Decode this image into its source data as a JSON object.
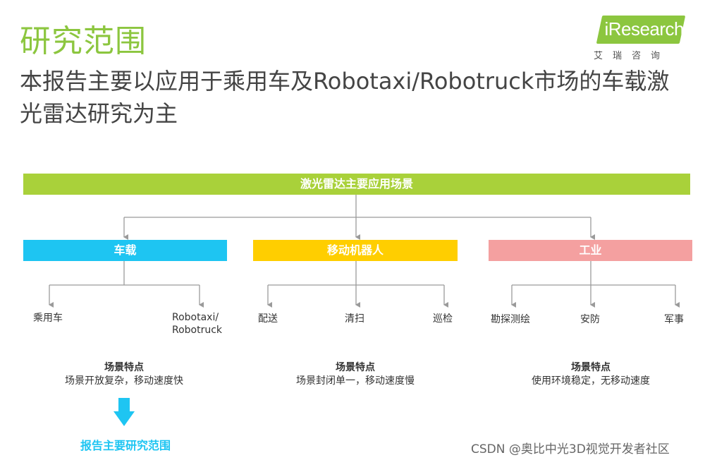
{
  "header": {
    "title": "研究范围",
    "subtitle": "本报告主要以应用于乘用车及Robotaxi/Robotruck市场的车载激光雷达研究为主"
  },
  "logo": {
    "text": "iResearch",
    "cn": "艾瑞咨询"
  },
  "diagram": {
    "root": "激光雷达主要应用场景",
    "categories": [
      {
        "label": "车载",
        "children": [
          "乘用车",
          "Robotaxi/\nRobotruck"
        ],
        "feature_title": "场景特点",
        "feature_text": "场景开放复杂，移动速度快"
      },
      {
        "label": "移动机器人",
        "children": [
          "配送",
          "清扫",
          "巡检"
        ],
        "feature_title": "场景特点",
        "feature_text": "场景封闭单一，移动速度慢"
      },
      {
        "label": "工业",
        "children": [
          "勘探测绘",
          "安防",
          "军事"
        ],
        "feature_title": "场景特点",
        "feature_text": "使用环境稳定，无移动速度"
      }
    ],
    "scope_label": "报告主要研究范围"
  },
  "watermark": "CSDN @奥比中光3D视觉开发者社区",
  "colors": {
    "title_green": "#8cc63f",
    "root_bar": "#a9d13a",
    "car": "#1ec5f2",
    "robot": "#ffce00",
    "industry": "#f4a0a0",
    "connector": "#9a9a9a"
  }
}
